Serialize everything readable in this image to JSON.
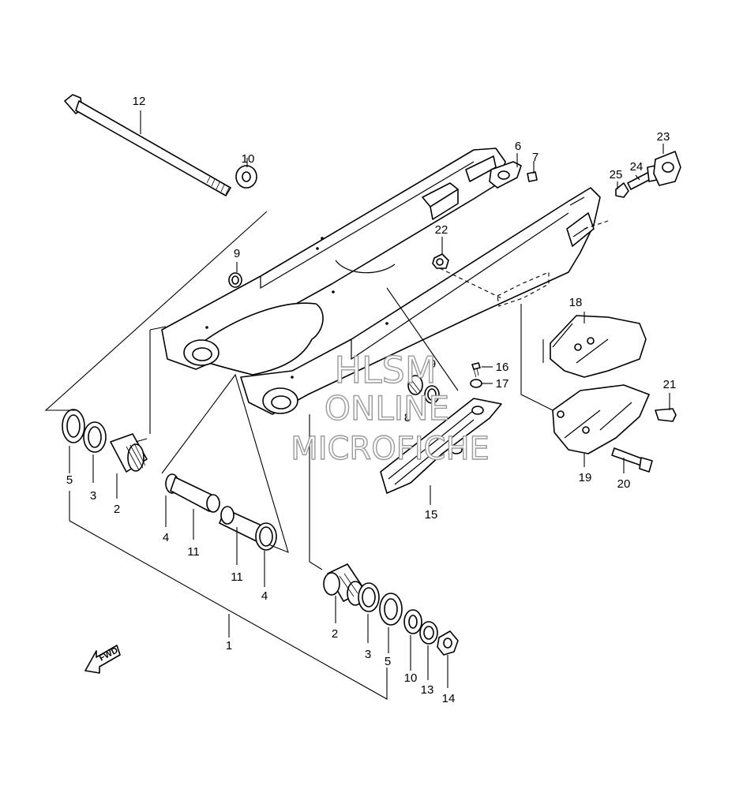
{
  "watermark": {
    "line1": "HLSM",
    "line2": "ONLINE",
    "line3": "MICROFICHE"
  },
  "fwd_label": "FWD",
  "callouts": {
    "c1": "1",
    "c2a": "2",
    "c2b": "2",
    "c3a": "3",
    "c3b": "3",
    "c4a": "4",
    "c4b": "4",
    "c5a": "5",
    "c5b": "5",
    "c6": "6",
    "c7": "7",
    "c8": "8",
    "c9a": "9",
    "c9b": "9",
    "c10a": "10",
    "c10b": "10",
    "c11a": "11",
    "c11b": "11",
    "c12": "12",
    "c13": "13",
    "c14": "14",
    "c15": "15",
    "c16": "16",
    "c17": "17",
    "c18": "18",
    "c19": "19",
    "c20": "20",
    "c21": "21",
    "c22": "22",
    "c23": "23",
    "c24": "24",
    "c25": "25"
  }
}
